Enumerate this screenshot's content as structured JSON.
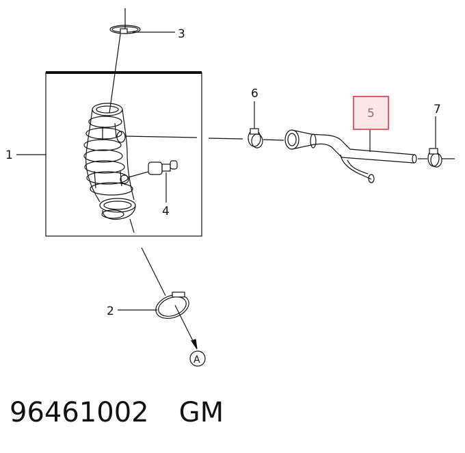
{
  "callouts": {
    "c1": "1",
    "c2": "2",
    "c3": "3",
    "c4": "4",
    "c5": "5",
    "c6": "6",
    "c7": "7",
    "ref_a": "A"
  },
  "colors": {
    "line": "#111111",
    "highlight_border": "#d9334a",
    "highlight_fill": "#fde6ea"
  },
  "footer": {
    "part_number": "96461002",
    "brand": "GM"
  }
}
